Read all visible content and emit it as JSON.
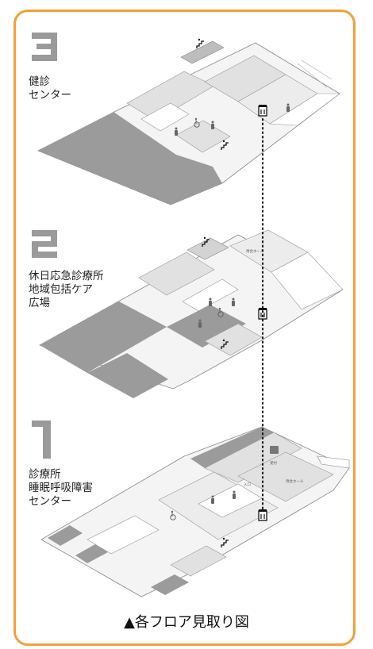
{
  "floors": [
    {
      "number_glyph": "3",
      "lines": [
        "健診",
        "センター"
      ]
    },
    {
      "number_glyph": "2",
      "lines": [
        "休日応急診療所",
        "地域包括ケア",
        "広場"
      ]
    },
    {
      "number_glyph": "1",
      "lines": [
        "診療所",
        "睡眠呼吸障害",
        "センター"
      ]
    }
  ],
  "room_labels": {
    "f3_small": "",
    "f2_lobby": "待合ホール",
    "f2_small": "",
    "f1_lobby": "待合ホール",
    "f1_reception": "受付",
    "f1_entrance": "入口"
  },
  "caption": "▲各フロア見取り図",
  "colors": {
    "frame": "#f3a03a",
    "dark": "#9b9b9b",
    "light": "#e1e1e1",
    "corridor": "#ececec",
    "outline": "#888888"
  },
  "icons": [
    "elevator-icon",
    "stairs-icon",
    "restroom-icon",
    "wheelchair-icon"
  ]
}
